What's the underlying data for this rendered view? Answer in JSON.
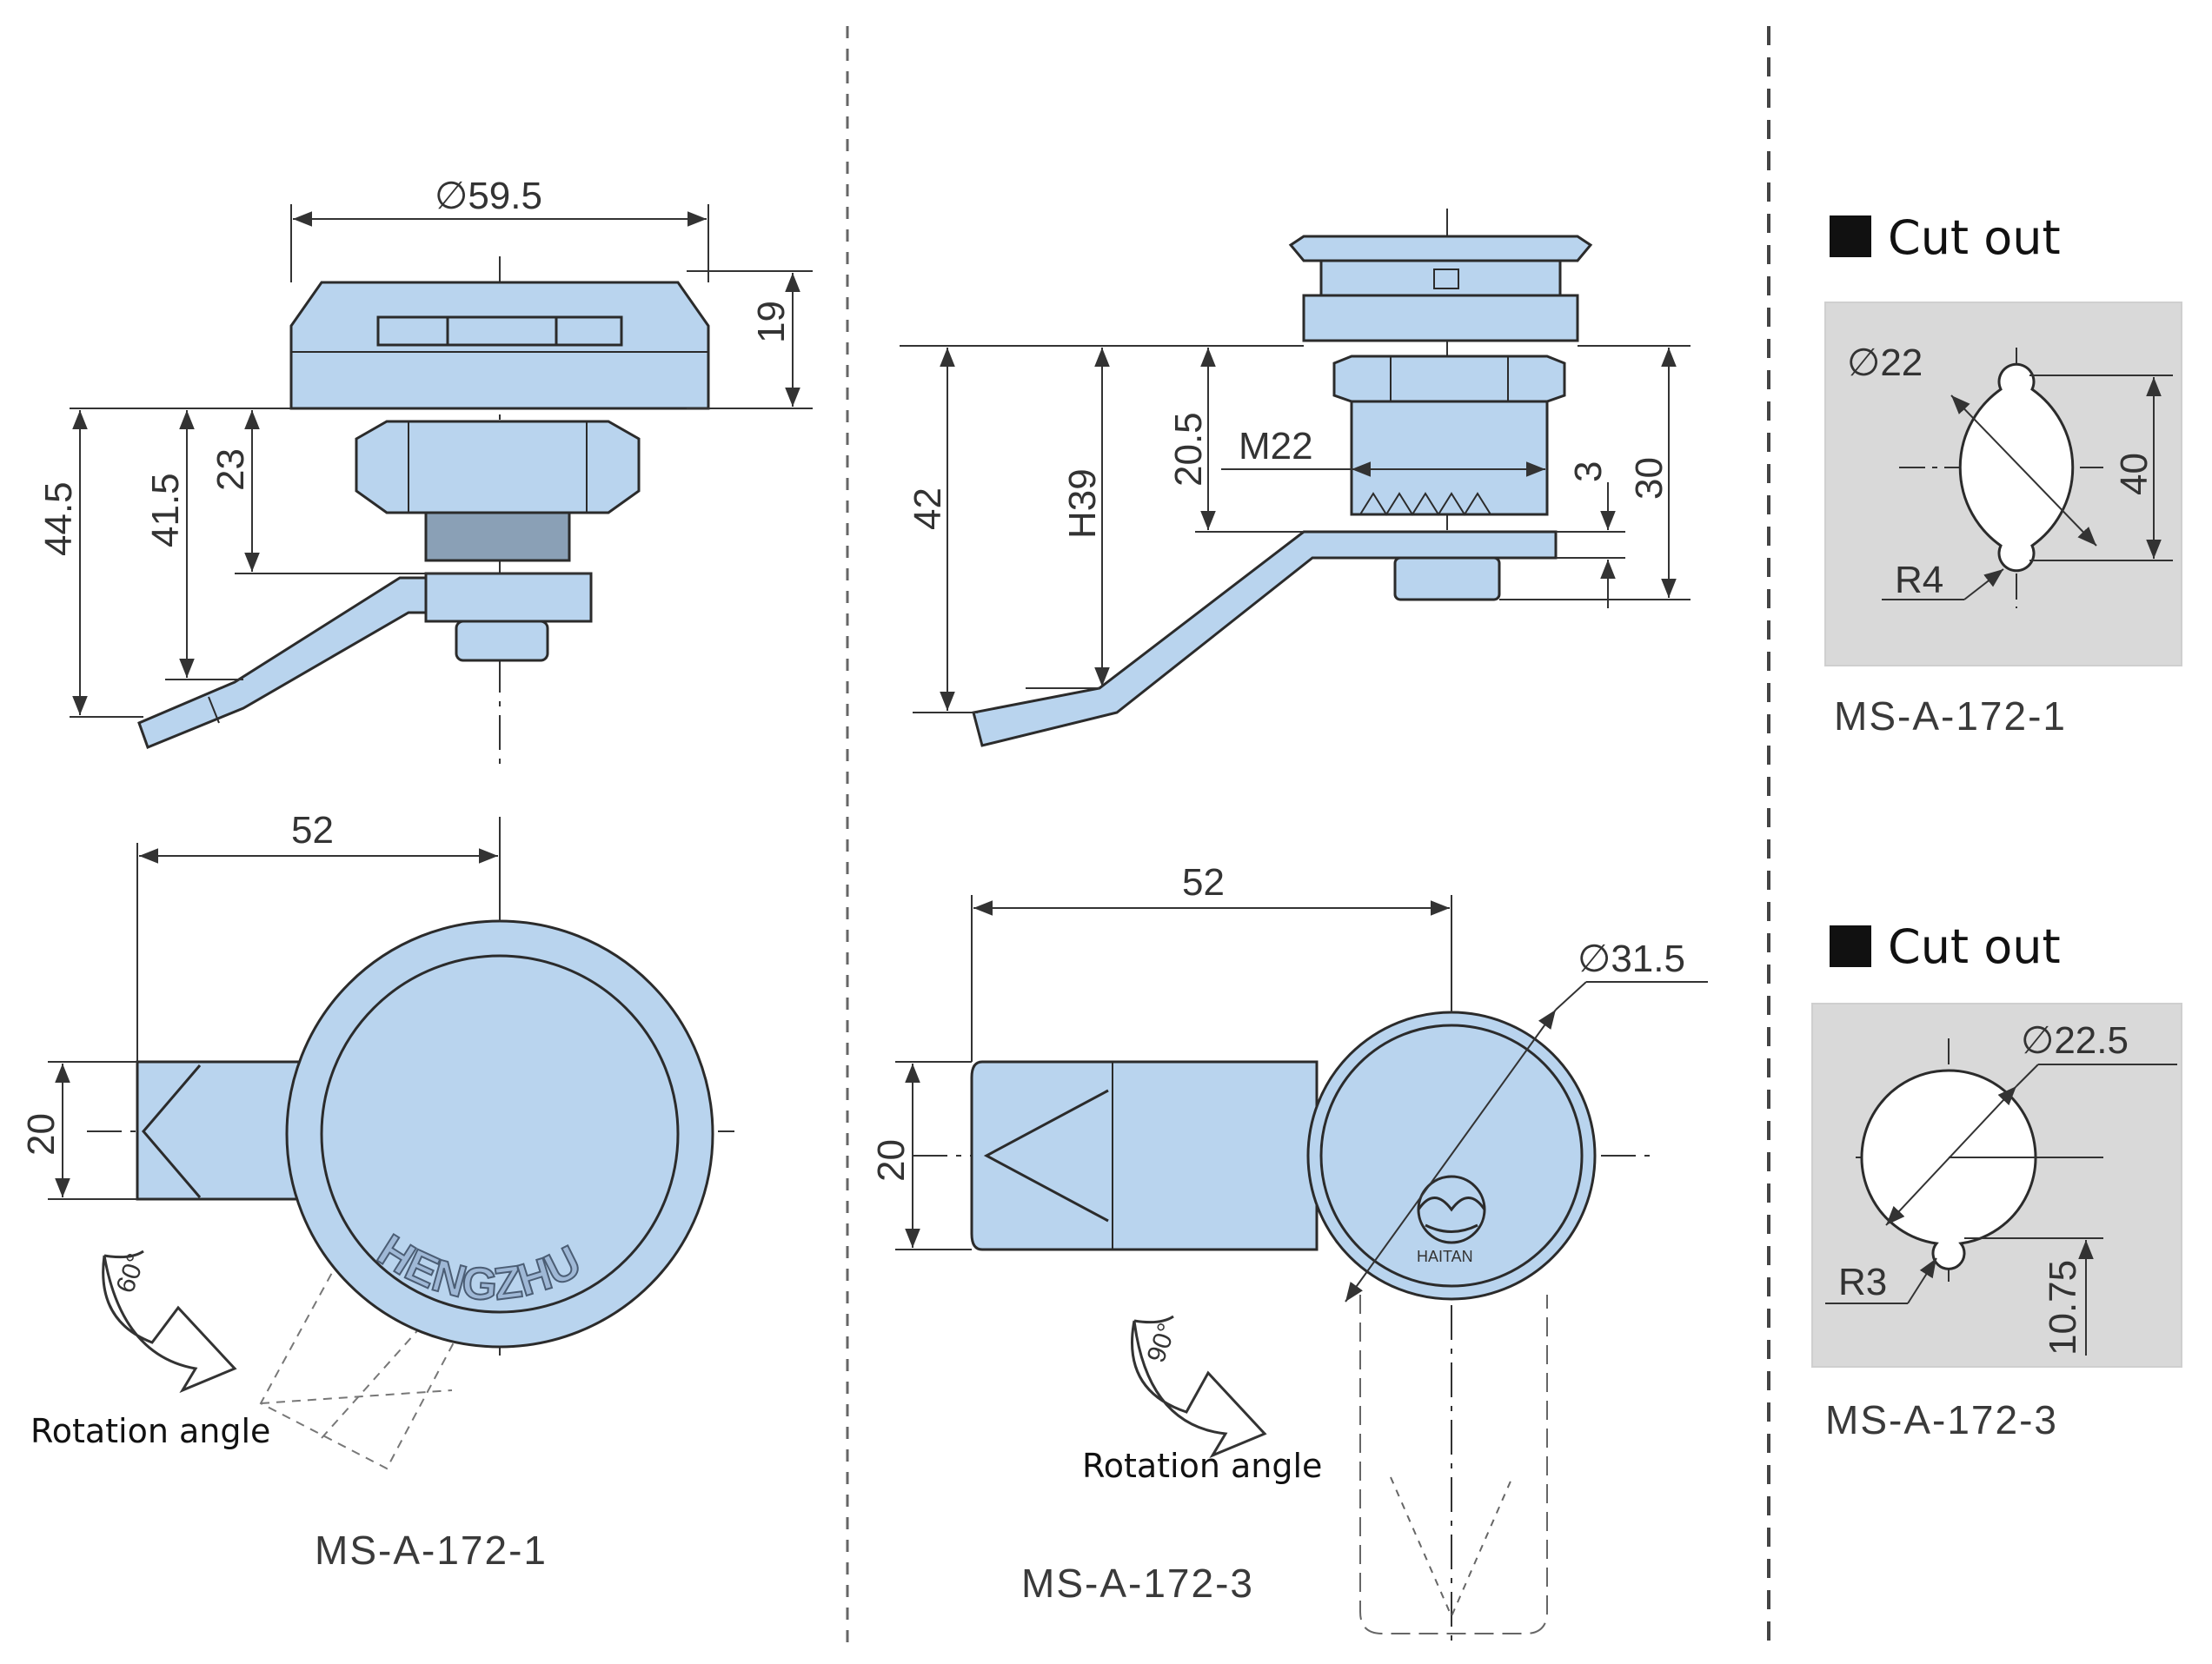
{
  "colors": {
    "part_fill": "#b9d4ee",
    "part_stroke": "#2b2b2b",
    "dim_line": "#333333",
    "panel_bg": "#d9d9d9",
    "divider": "#555555"
  },
  "left": {
    "caption": "MS-A-172-1",
    "rotation_label": "Rotation angle",
    "rotation_value": "60°",
    "brand": "HENGZHU",
    "dims": {
      "diameter": "∅59.5",
      "height": "19",
      "overall": "44.5",
      "to_cam": "41.5",
      "body": "23",
      "length": "52",
      "width": "20"
    }
  },
  "middle": {
    "caption": "MS-A-172-3",
    "rotation_label": "Rotation angle",
    "rotation_value": "90°",
    "brand": "HAITAN",
    "dims": {
      "overall": "42",
      "grip": "H39",
      "body": "20.5",
      "thread": "M22",
      "washer": "3",
      "height": "30",
      "length": "52",
      "width": "20",
      "diameter": "∅31.5"
    }
  },
  "right": {
    "cutout_1": {
      "heading": "Cut out",
      "caption": "MS-A-172-1",
      "diameter": "∅22",
      "height": "40",
      "radius": "R4"
    },
    "cutout_2": {
      "heading": "Cut out",
      "caption": "MS-A-172-3",
      "diameter": "∅22.5",
      "height": "10.75",
      "radius": "R3"
    }
  }
}
